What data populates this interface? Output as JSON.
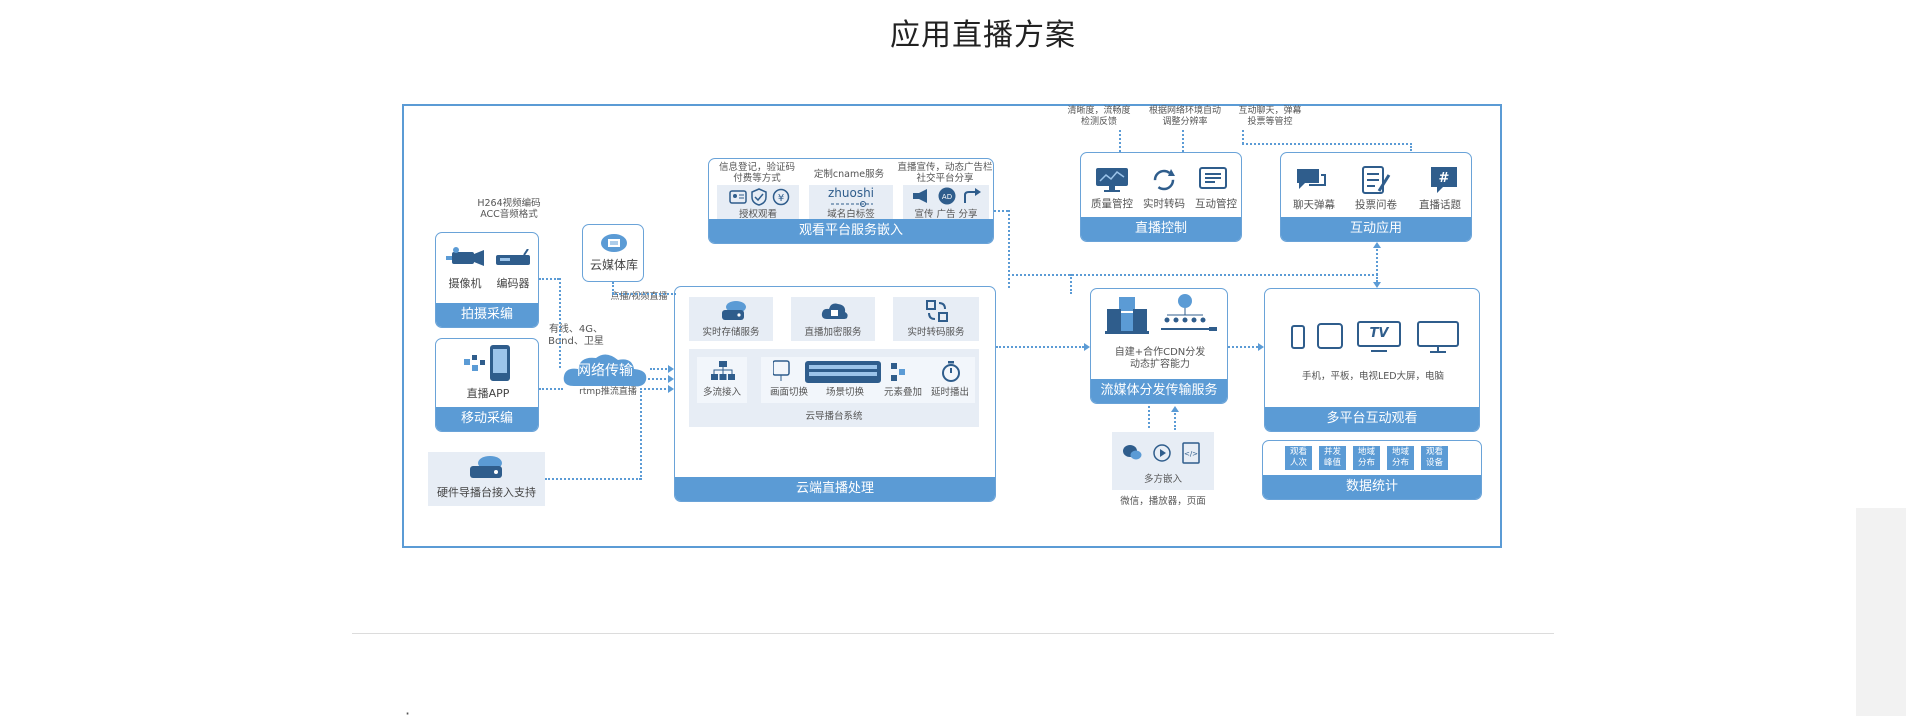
{
  "page": {
    "title": "应用直播方案",
    "cut_text": "·"
  },
  "capture": {
    "note": "H264视频编码\nACC音频格式",
    "camera": "摄像机",
    "encoder": "编码器",
    "title": "拍摄采编"
  },
  "mobile": {
    "app": "直播APP",
    "title": "移动采编"
  },
  "hardware": {
    "title": "硬件导播台接入支持"
  },
  "media_lib": {
    "title": "云媒体库",
    "note": "点播/视频直播"
  },
  "network": {
    "label": "网络传输",
    "note": "有线、4G、\nBond、卫星",
    "rtmp": "rtmp推流直播"
  },
  "embed_service": {
    "title": "观看平台服务嵌入",
    "cols": [
      {
        "note": "信息登记，验证码\n付费等方式",
        "label": "授权观看"
      },
      {
        "note": "定制cname服务",
        "label": "域名白标签",
        "brand": "zhuoshi"
      },
      {
        "note": "直播宣传，动态广告栏\n社交平台分享",
        "label": "宣传  广告  分享"
      }
    ]
  },
  "cloud": {
    "title": "云端直播处理",
    "services": [
      "实时存储服务",
      "直播加密服务",
      "实时转码服务"
    ],
    "director": {
      "title": "云导播台系统",
      "items": [
        "多流接入",
        "画面切换",
        "场景切换",
        "元素叠加",
        "延时播出"
      ]
    }
  },
  "control": {
    "title": "直播控制",
    "notes": [
      "清晰度，流畅度\n检测反馈",
      "根据网络环境自动\n调整分辨率",
      "互动聊天，弹幕\n投票等管控"
    ],
    "items": [
      "质量管控",
      "实时转码",
      "互动管控"
    ]
  },
  "interactive": {
    "title": "互动应用",
    "items": [
      "聊天弹幕",
      "投票问卷",
      "直播话题"
    ]
  },
  "cdn": {
    "text": "自建+合作CDN分发\n动态扩容能力",
    "title": "流媒体分发传输服务"
  },
  "multi": {
    "devices": "手机，平板，电视LED大屏，电脑",
    "title": "多平台互动观看",
    "tv": "TV"
  },
  "embed_multi": {
    "label": "多方嵌入",
    "note": "微信，播放器，页面"
  },
  "stats": {
    "items": [
      "观看\n人次",
      "并发\n峰值",
      "地域\n分布",
      "地域\n分布",
      "观看\n设备"
    ],
    "title": "数据统计"
  },
  "colors": {
    "accent": "#5b9bd5",
    "panel": "#e7edf5",
    "border": "#6aa3d8"
  }
}
